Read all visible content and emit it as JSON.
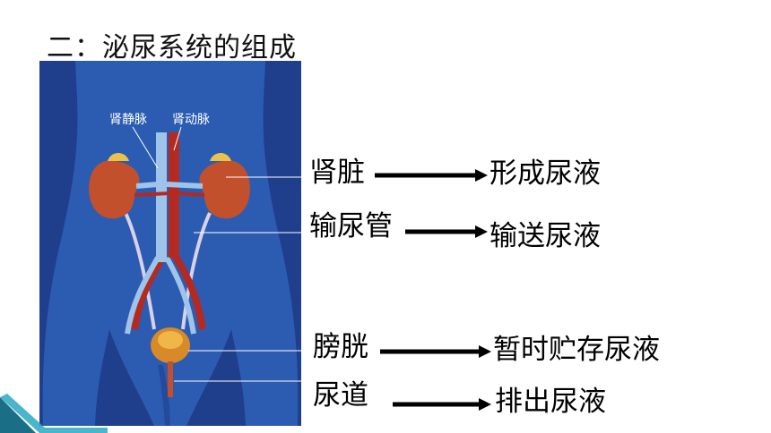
{
  "title": "二：泌尿系统的组成",
  "diagram": {
    "vessel_labels": {
      "renal_vein": "肾静脉",
      "renal_artery": "肾动脉"
    },
    "organs": [
      {
        "name": "肾脏",
        "function": "形成尿液"
      },
      {
        "name": "输尿管",
        "function": "输送尿液"
      },
      {
        "name": "膀胱",
        "function": "暂时贮存尿液"
      },
      {
        "name": "尿道",
        "function": "排出尿液"
      }
    ],
    "colors": {
      "body_background": "#1f3f8c",
      "body_silhouette": "#2c5cb2",
      "kidney": "#c3502c",
      "vein": "#9fc4ea",
      "artery": "#b22a22",
      "arrow": "#000000",
      "accent_teal": "#29a9c2"
    }
  }
}
